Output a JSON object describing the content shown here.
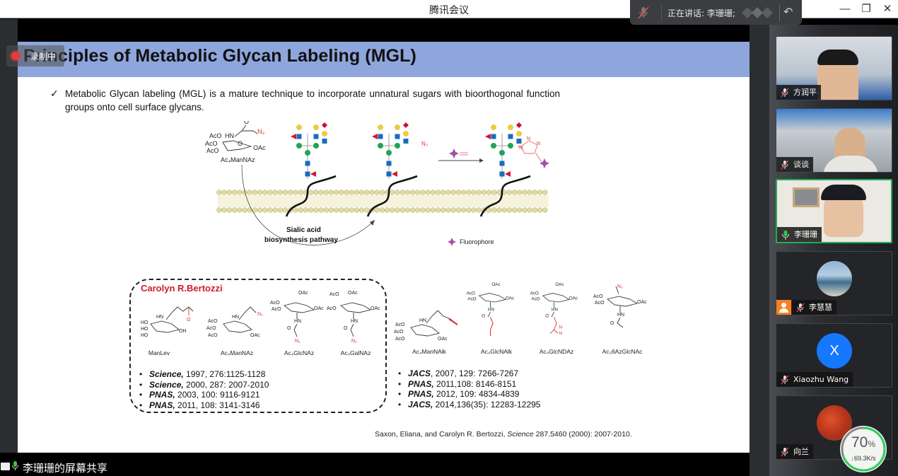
{
  "window": {
    "title": "腾讯会议",
    "controls": {
      "minimize": "—",
      "restore": "❐",
      "close": "✕"
    }
  },
  "speaking_bar": {
    "label": "正在讲话: 李珊珊;",
    "back_icon": "reply-arrow-icon"
  },
  "recording": {
    "label": "录制中"
  },
  "slide": {
    "title": "Principles of Metabolic Glycan Labeling (MGL)",
    "bullet_mark": "✓",
    "bullet_text": "Metabolic Glycan labeling (MGL) is a mature technique to incorporate unnatural sugars with bioorthogonal function groups onto cell surface glycans.",
    "diagram": {
      "precursor_label": "Ac₄ManNAz",
      "precursor_groups": [
        "AcO",
        "HN",
        "AcO",
        "O",
        "AcO",
        "OAc",
        "N₃",
        "O"
      ],
      "azide_label": "N₃",
      "pathway_label_line1": "Sialic acid",
      "pathway_label_line2": "biosynthesis pathway",
      "legend_label": "Fluorophore",
      "triazole_atoms": [
        "N",
        "N",
        "N"
      ]
    },
    "box": {
      "title": "Carolyn R.Bertozzi",
      "molecules": [
        {
          "name": "ManLev"
        },
        {
          "name": "Ac₄ManNAz"
        },
        {
          "name": "Ac₄GlcNAz"
        },
        {
          "name": "Ac₄GalNAz"
        }
      ],
      "refs": [
        {
          "journal": "Science,",
          "detail": " 1997, 276:1125-1128"
        },
        {
          "journal": "Science,",
          "detail": " 2000, 287: 2007-2010"
        },
        {
          "journal": "PNAS,",
          "detail": " 2003, 100: 9116-9121"
        },
        {
          "journal": "PNAS,",
          "detail": " 2011, 108: 3141-3146"
        }
      ]
    },
    "other_molecules": [
      {
        "name": "Ac₄ManNAlk"
      },
      {
        "name": "Ac₄GlcNAlk"
      },
      {
        "name": "Ac₄GlcNDAz"
      },
      {
        "name": "Ac₃6AzGlcNAc"
      }
    ],
    "other_refs": [
      {
        "journal": "JACS",
        "detail": ", 2007, 129: 7266-7267"
      },
      {
        "journal": "PNAS,",
        "detail": " 2011,108: 8146-8151"
      },
      {
        "journal": "PNAS,",
        "detail": " 2012, 109: 4834-4839"
      },
      {
        "journal": "JACS,",
        "detail": " 2014,136(35): 12283-12295"
      }
    ],
    "citation_prefix": "Saxon, Eliana, and Carolyn R. Bertozzi, ",
    "citation_journal": "Science",
    "citation_suffix": " 287.5460 (2000): 2007-2010."
  },
  "share": {
    "label": "李珊珊的屏幕共享"
  },
  "participants": [
    {
      "name": "方润平",
      "muted": true,
      "video": true
    },
    {
      "name": "谈谈",
      "muted": true,
      "video": true
    },
    {
      "name": "李珊珊",
      "muted": false,
      "video": true,
      "speaking": true
    },
    {
      "name": "李慧慧",
      "muted": true,
      "video": false,
      "host_badge": true
    },
    {
      "name": "Xiaozhu Wang",
      "muted": true,
      "video": false,
      "initial": "X"
    },
    {
      "name": "向兰",
      "muted": true,
      "video": false
    }
  ],
  "network": {
    "percent": "70",
    "percent_sign": "%",
    "rate": "69.3K/s",
    "rate_arrow": "↓"
  },
  "colors": {
    "header_band": "#8ea6dc",
    "accent_red": "#d11a2a",
    "speaking_green": "#1fae5a",
    "avatar_blue": "#1677ff",
    "host_orange": "#f58220"
  }
}
